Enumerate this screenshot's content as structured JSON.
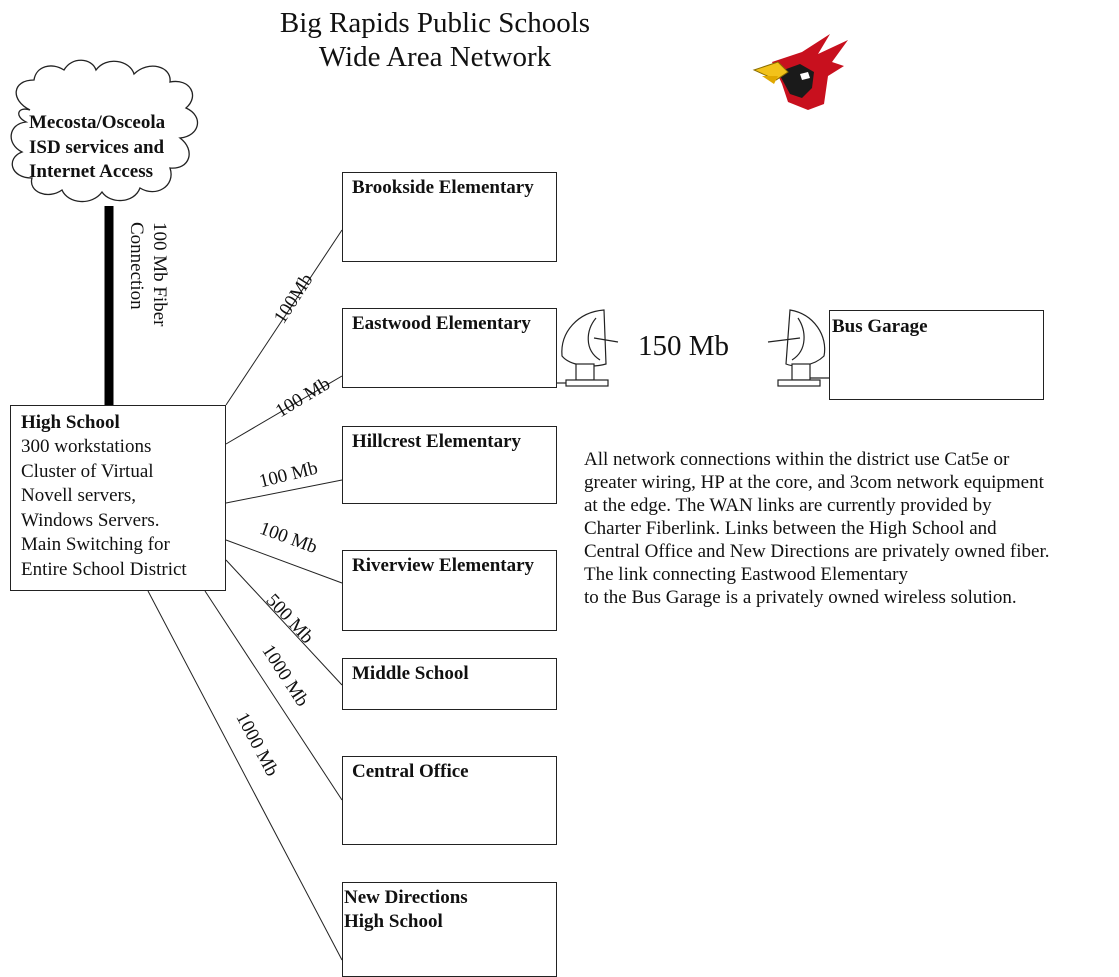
{
  "title": {
    "line1": "Big Rapids Public Schools",
    "line2": "Wide Area Network"
  },
  "cloud": {
    "line1": "Mecosta/Osceola",
    "line2": "ISD services and",
    "line3": "Internet Access"
  },
  "fiber_link": {
    "line1": "100 Mb Fiber",
    "line2": "Connection"
  },
  "high_school": {
    "name": "High School",
    "lines": [
      "300 workstations",
      "Cluster of Virtual",
      "Novell servers,",
      "Windows Servers.",
      "Main Switching for",
      "Entire School District"
    ]
  },
  "schools": [
    {
      "name": "Brookside Elementary",
      "link": "100Mb"
    },
    {
      "name": "Eastwood Elementary",
      "link": "100 Mb"
    },
    {
      "name": "Hillcrest Elementary",
      "link": "100 Mb"
    },
    {
      "name": "Riverview Elementary",
      "link": "100 Mb"
    },
    {
      "name": "Middle School",
      "link": "500 Mb"
    },
    {
      "name": "Central Office",
      "link": "1000 Mb"
    },
    {
      "name": "New Directions\nHigh School",
      "link": "1000 Mb"
    }
  ],
  "bus_garage": {
    "name": "Bus Garage"
  },
  "wireless_link": {
    "label": "150 Mb"
  },
  "note": {
    "lines": [
      "All network connections within the district use Cat5e or",
      "greater wiring, HP at the core, and 3com network equipment",
      "at the edge.  The WAN links are currently provided by",
      "Charter Fiberlink.  Links between the High School and",
      "Central Office and New Directions are privately owned fiber.",
      "The link connecting Eastwood Elementary",
      "to the Bus Garage is a privately owned wireless solution."
    ]
  },
  "mascot": {
    "icon": "cardinal-bird-icon"
  }
}
